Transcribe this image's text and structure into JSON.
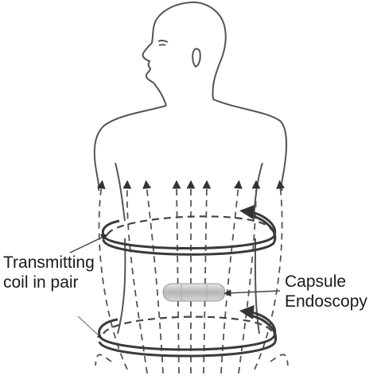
{
  "labels": {
    "transmitting_coil_line1": "Transmitting",
    "transmitting_coil_line2": "coil in pair",
    "capsule_line1": "Capsule",
    "capsule_line2": "Endoscopy"
  }
}
